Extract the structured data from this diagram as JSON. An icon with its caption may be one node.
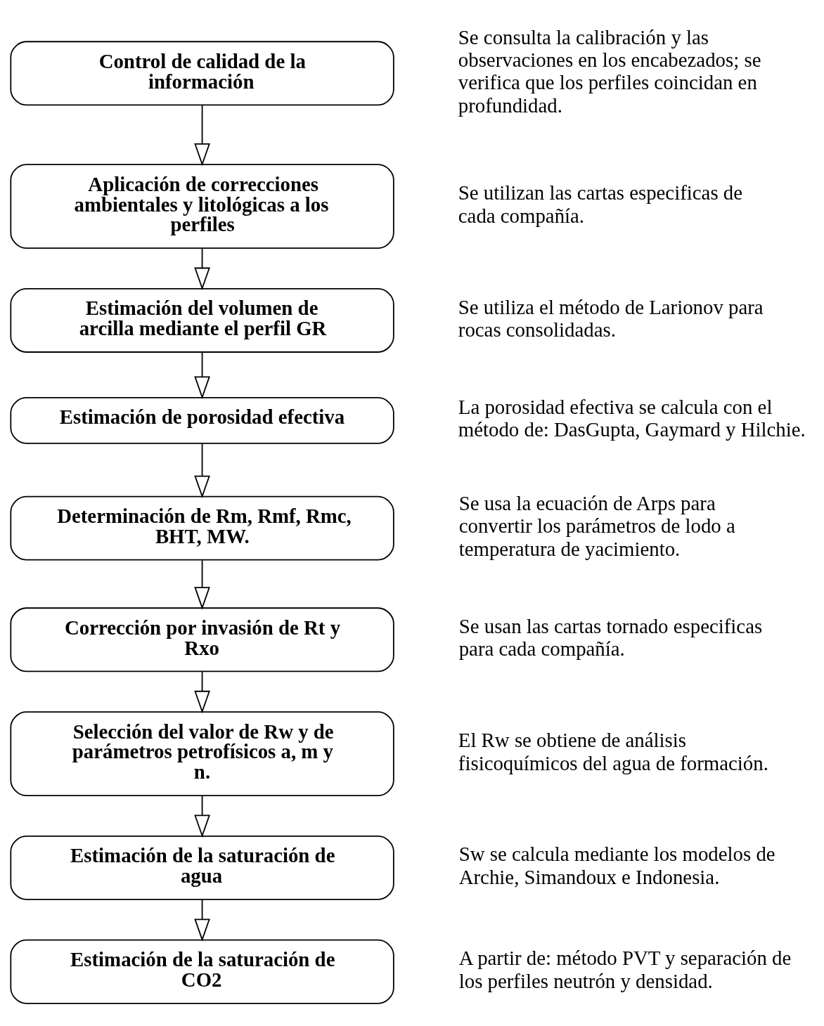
{
  "diagram": {
    "nodes": [
      {
        "text": [
          "Control de calidad de la información"
        ],
        "beside": [
          "Se consulta la calibración y las observaciones en los encabezados; se verifica que los perfiles coincidan en profundidad."
        ]
      },
      {
        "text": [
          "Aplicación de correcciones ambientales y litológicas a los perfiles"
        ],
        "beside": [
          "Se utilizan las cartas especificas de cada compañía."
        ]
      },
      {
        "text": [
          "Estimación del volumen de arcilla mediante el perfil GR"
        ],
        "beside": [
          "Se utiliza el método de Larionov para rocas consolidadas."
        ]
      },
      {
        "text": [
          "Estimación de porosidad efectiva"
        ],
        "beside": [
          "La porosidad efectiva se calcula con el método de: DasGupta, Gaymard y Hilchie."
        ]
      },
      {
        "text": [
          "Determinación de Rm, Rmf, Rmc, BHT, MW."
        ],
        "beside": [
          "Se usa la ecuación de Arps para convertir los parámetros de lodo a temperatura de yacimiento."
        ]
      },
      {
        "text": [
          "Corrección por invasión de Rt y Rxo"
        ],
        "beside": [
          "Se usan las cartas tornado especificas para cada compañía."
        ]
      },
      {
        "text": [
          "Selección del valor de Rw y de parámetros petrofísicos a, m y n."
        ],
        "beside": [
          "El Rw se obtiene de análisis fisicoquímicos del agua de formación."
        ]
      },
      {
        "text": [
          "Estimación de la saturación de agua"
        ],
        "beside": [
          "Sw se calcula mediante los modelos de Archie, Simandoux e Indonesia."
        ]
      },
      {
        "text": [
          "Estimación de la saturación de CO2"
        ],
        "beside": [
          "A partir de: método PVT y separación de los perfiles neutrón y densidad."
        ]
      }
    ],
    "edges": [
      {
        "from": 0,
        "to": 1,
        "arrow": "to"
      },
      {
        "from": 1,
        "to": 2,
        "arrow": "to"
      },
      {
        "from": 2,
        "to": 3,
        "arrow": "to"
      },
      {
        "from": 3,
        "to": 4,
        "arrow": "to"
      },
      {
        "from": 4,
        "to": 5,
        "arrow": "to"
      },
      {
        "from": 5,
        "to": 6,
        "arrow": "to"
      },
      {
        "from": 6,
        "to": 7,
        "arrow": "to"
      },
      {
        "from": 7,
        "to": 8,
        "arrow": "to"
      }
    ]
  }
}
